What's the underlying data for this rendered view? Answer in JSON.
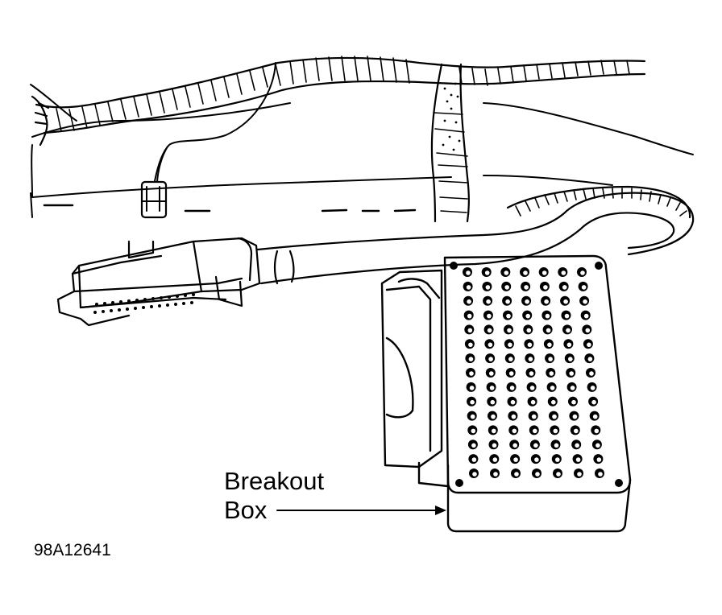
{
  "callout": {
    "line1": "Breakout",
    "line2": "Box"
  },
  "figure_id": "98A12641",
  "colors": {
    "ink": "#000000",
    "paper": "#ffffff"
  },
  "breakout_box": {
    "pin_columns": 7,
    "pin_rows": 15
  }
}
